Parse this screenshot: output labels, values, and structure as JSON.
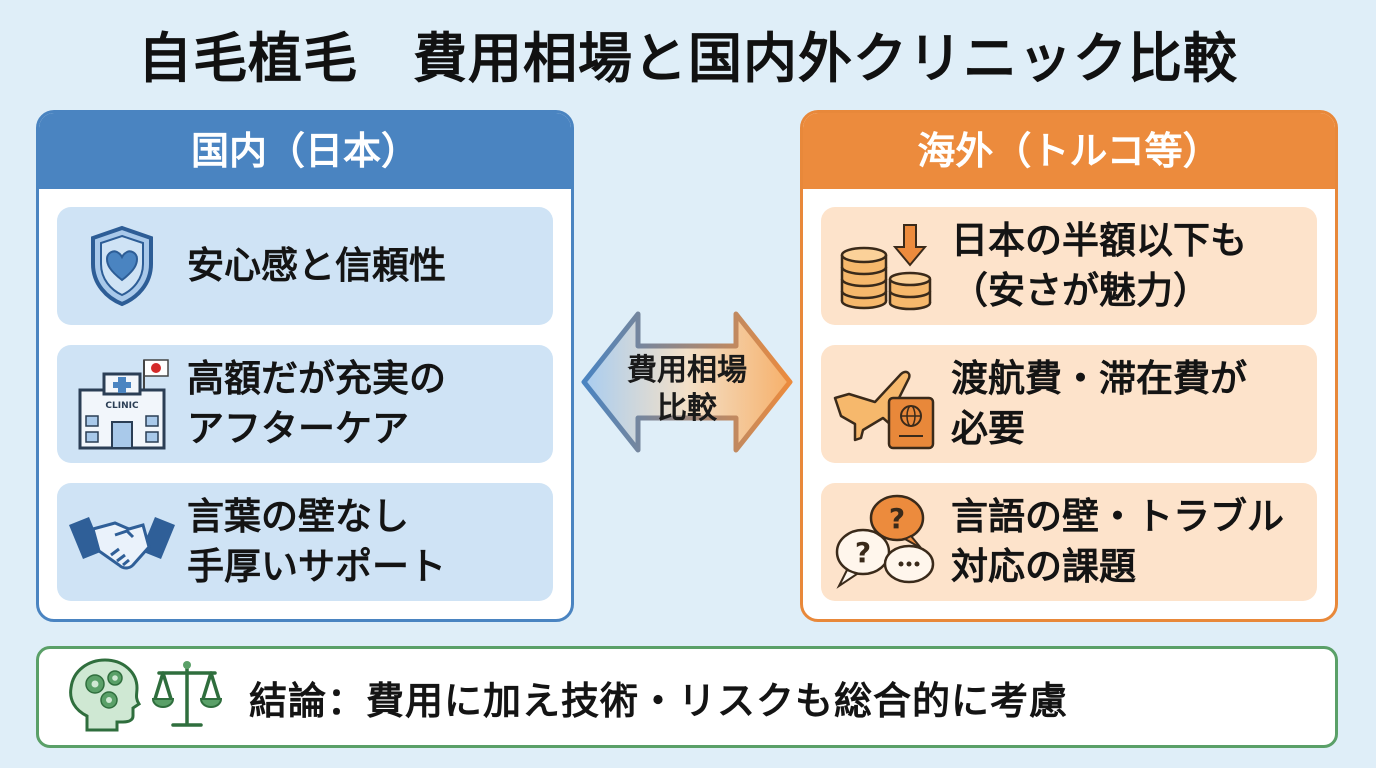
{
  "title": "自毛植毛　費用相場と国内外クリニック比較",
  "domestic": {
    "header": "国内（日本）",
    "items": [
      {
        "icon": "shield-heart-icon",
        "lines": [
          "安心感と信頼性"
        ]
      },
      {
        "icon": "clinic-building-icon",
        "icon_text": "CLINIC",
        "lines": [
          "高額だが充実の",
          "アフターケア"
        ]
      },
      {
        "icon": "handshake-icon",
        "lines": [
          "言葉の壁なし",
          "手厚いサポート"
        ]
      }
    ]
  },
  "overseas": {
    "header": "海外（トルコ等）",
    "items": [
      {
        "icon": "coins-down-icon",
        "lines": [
          "日本の半額以下も",
          "（安さが魅力）"
        ]
      },
      {
        "icon": "plane-passport-icon",
        "lines": [
          "渡航費・滞在費が",
          "必要"
        ]
      },
      {
        "icon": "speech-bubbles-icon",
        "lines": [
          "言語の壁・トラブル",
          "対応の課題"
        ]
      }
    ]
  },
  "center": {
    "lines": [
      "費用相場",
      "比較"
    ]
  },
  "conclusion": {
    "icons": [
      "head-gears-icon",
      "scales-icon"
    ],
    "text": "結論：費用に加え技術・リスクも総合的に考慮"
  },
  "colors": {
    "blue": "#4a84c1",
    "orange": "#ec8b3d",
    "green": "#5aa068",
    "background": "#dfeef8"
  }
}
